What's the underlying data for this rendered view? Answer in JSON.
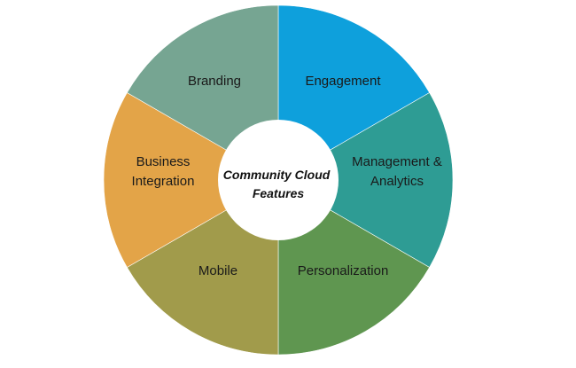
{
  "diagram": {
    "center": {
      "lines": [
        "Community Cloud",
        "Features"
      ],
      "fill": "#ffffff"
    },
    "segments": [
      {
        "id": "engagement",
        "lines": [
          "Engagement"
        ],
        "color": "#0ea0dc"
      },
      {
        "id": "management-analytics",
        "lines": [
          "Management &",
          "Analytics"
        ],
        "color": "#2e9c94"
      },
      {
        "id": "personalization",
        "lines": [
          "Personalization"
        ],
        "color": "#5f9650"
      },
      {
        "id": "mobile",
        "lines": [
          "Mobile"
        ],
        "color": "#a19b4b"
      },
      {
        "id": "business-integration",
        "lines": [
          "Business",
          "Integration"
        ],
        "color": "#e3a448"
      },
      {
        "id": "branding",
        "lines": [
          "Branding"
        ],
        "color": "#76a592"
      }
    ]
  }
}
